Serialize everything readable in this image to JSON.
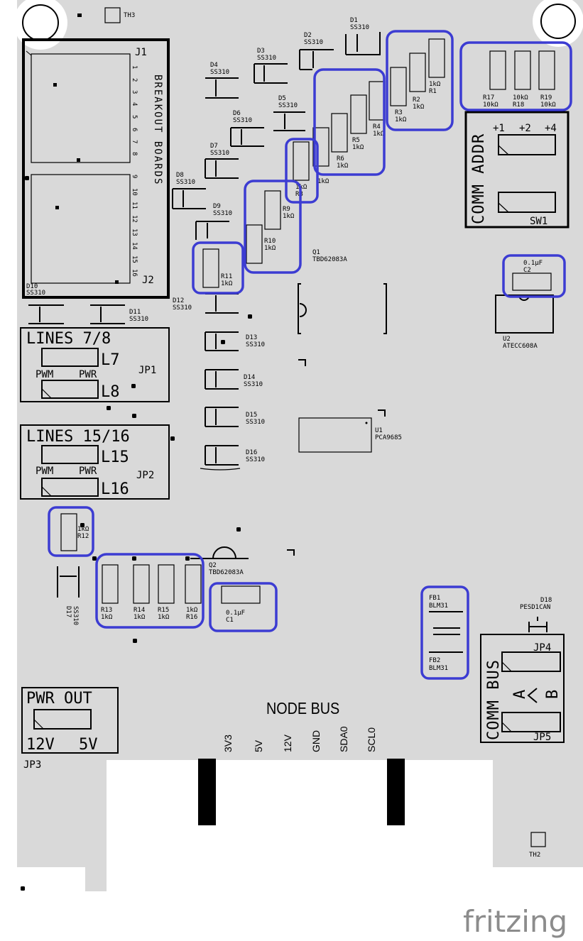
{
  "connectors": {
    "j1": "J1",
    "j2": "J2",
    "breakout_label": "BREAKOUT BOARDS",
    "pin_numbers": [
      "1",
      "2",
      "3",
      "4",
      "5",
      "6",
      "7",
      "8",
      "9",
      "10",
      "11",
      "12",
      "13",
      "14",
      "15",
      "16"
    ]
  },
  "jumpers": {
    "lines78": {
      "title": "LINES 7/8",
      "l_top": "L7",
      "l_bottom": "L8",
      "pwm": "PWM",
      "pwr": "PWR",
      "ref": "JP1"
    },
    "lines1516": {
      "title": "LINES 15/16",
      "l_top": "L15",
      "l_bottom": "L16",
      "pwm": "PWM",
      "pwr": "PWR",
      "ref": "JP2"
    },
    "pwr_out": {
      "title": "PWR OUT",
      "v12": "12V",
      "v5": "5V",
      "ref": "JP3"
    },
    "comm_bus": {
      "title": "COMM BUS",
      "a": "A",
      "b": "B",
      "top_ref": "JP4",
      "bottom_ref": "JP5"
    },
    "comm_addr": {
      "title": "COMM ADDR",
      "p1": "+1",
      "p2": "+2",
      "p4": "+4",
      "ref": "SW1"
    }
  },
  "diodes": [
    {
      "ref": "D1",
      "part": "SS310"
    },
    {
      "ref": "D2",
      "part": "SS310"
    },
    {
      "ref": "D3",
      "part": "SS310"
    },
    {
      "ref": "D4",
      "part": "SS310"
    },
    {
      "ref": "D5",
      "part": "SS310"
    },
    {
      "ref": "D6",
      "part": "SS310"
    },
    {
      "ref": "D7",
      "part": "SS310"
    },
    {
      "ref": "D8",
      "part": "SS310"
    },
    {
      "ref": "D9",
      "part": "SS310"
    },
    {
      "ref": "D10",
      "part": "SS310"
    },
    {
      "ref": "D11",
      "part": "SS310"
    },
    {
      "ref": "D12",
      "part": "SS310"
    },
    {
      "ref": "D13",
      "part": "SS310"
    },
    {
      "ref": "D14",
      "part": "SS310"
    },
    {
      "ref": "D15",
      "part": "SS310"
    },
    {
      "ref": "D16",
      "part": "SS310"
    },
    {
      "ref": "D17",
      "part": "SS310"
    },
    {
      "ref": "D18",
      "part": "PESD1CAN"
    }
  ],
  "resistors": [
    {
      "ref": "R1",
      "value": "1kΩ"
    },
    {
      "ref": "R2",
      "value": "1kΩ"
    },
    {
      "ref": "R3",
      "value": "1kΩ"
    },
    {
      "ref": "R4",
      "value": "1kΩ"
    },
    {
      "ref": "R5",
      "value": "1kΩ"
    },
    {
      "ref": "R6",
      "value": "1kΩ"
    },
    {
      "ref": "R8",
      "value": "1kΩ"
    },
    {
      "ref": "R9",
      "value": "1kΩ"
    },
    {
      "ref": "R10",
      "value": "1kΩ"
    },
    {
      "ref": "R11",
      "value": "1kΩ"
    },
    {
      "ref": "R12",
      "value": "1kΩ"
    },
    {
      "ref": "R13",
      "value": "1kΩ"
    },
    {
      "ref": "R14",
      "value": "1kΩ"
    },
    {
      "ref": "R15",
      "value": "1kΩ"
    },
    {
      "ref": "R16",
      "value": "1kΩ"
    },
    {
      "ref": "R17",
      "value": "10kΩ"
    },
    {
      "ref": "R18",
      "value": "10kΩ"
    },
    {
      "ref": "R19",
      "value": "10kΩ"
    }
  ],
  "capacitors": [
    {
      "ref": "C1",
      "value": "0.1µF"
    },
    {
      "ref": "C2",
      "value": "0.1µF"
    }
  ],
  "ics": {
    "q1": {
      "ref": "Q1",
      "part": "TBD62083A"
    },
    "q2": {
      "ref": "Q2",
      "part": "TBD62083A"
    },
    "u1": {
      "ref": "U1",
      "part": "PCA9685"
    },
    "u2": {
      "ref": "U2",
      "part": "ATECC608A"
    }
  },
  "ferrites": [
    {
      "ref": "FB1",
      "part": "BLM31"
    },
    {
      "ref": "FB2",
      "part": "BLM31"
    }
  ],
  "thermal": {
    "th2": "TH2",
    "th3": "TH3"
  },
  "node_bus": {
    "title": "NODE BUS",
    "pins": [
      "3V3",
      "5V",
      "12V",
      "GND",
      "SDA0",
      "SCL0"
    ]
  },
  "logo": "fritzing",
  "colors": {
    "board": "#d9d9d9",
    "silkscreen": "#000000",
    "highlight": "#3c3cd2",
    "logo": "#8c8c8c"
  }
}
